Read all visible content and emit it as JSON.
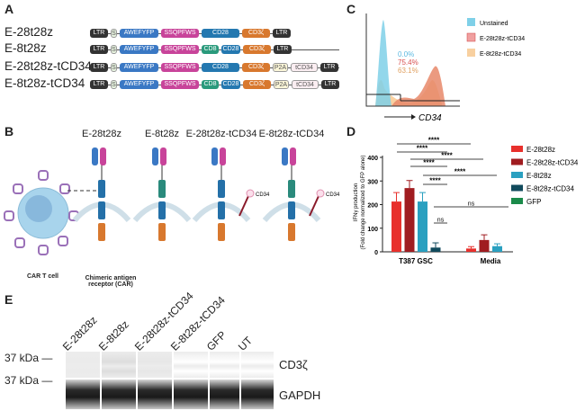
{
  "panels": {
    "a": "A",
    "b": "B",
    "c": "C",
    "d": "D",
    "e": "E"
  },
  "panel_a": {
    "constructs": [
      {
        "name": "E-28t28z",
        "segments": [
          "LTR",
          "S",
          "AWEFYFP",
          "SSQPFWS",
          "CD28",
          "CD3ζ",
          "LTR"
        ]
      },
      {
        "name": "E-8t28z",
        "segments": [
          "LTR",
          "S",
          "AWEFYFP",
          "SSQPFWS",
          "CD8",
          "CD28",
          "CD3ζ",
          "LTR"
        ]
      },
      {
        "name": "E-28t28z-tCD34",
        "segments": [
          "LTR",
          "S",
          "AWEFYFP",
          "SSQPFWS",
          "CD28",
          "CD3ζ",
          "P2A",
          "tCD34",
          "LTR"
        ]
      },
      {
        "name": "E-8t28z-tCD34",
        "segments": [
          "LTR",
          "S",
          "AWEFYFP",
          "SSQPFWS",
          "CD8",
          "CD28",
          "CD3ζ",
          "P2A",
          "tCD34",
          "LTR"
        ]
      }
    ],
    "segment_colors": {
      "LTR": "#333333",
      "S": "#e8f4e0",
      "AWEFYFP": "#3a78c4",
      "SSQPFWS": "#c8449a",
      "CD8": "#2a9a7c",
      "CD28": "#2478b0",
      "CD3ζ": "#d8782e",
      "P2A": "#fbf6d8",
      "tCD34": "#fbeef2"
    }
  },
  "panel_b": {
    "titles": [
      "E-28t28z",
      "E-8t28z",
      "E-28t28z-tCD34",
      "E-8t28z-tCD34"
    ],
    "cell_label": "CAR T cell",
    "car_label": "Chimeric antigen receptor (CAR)",
    "cd34_label": "CD34"
  },
  "chart_data": [
    {
      "type": "area",
      "panel": "C",
      "xlabel": "CD34",
      "legend": [
        {
          "name": "Unstained",
          "color": "#7fd0e8"
        },
        {
          "name": "E-28t28z-tCD34",
          "color": "#e87a7a"
        },
        {
          "name": "E-8t28z-tCD34",
          "color": "#f8c890"
        }
      ],
      "annotations": [
        {
          "text": "0.0%",
          "color": "#5ab8e0"
        },
        {
          "text": "75.4%",
          "color": "#d85050"
        },
        {
          "text": "63.1%",
          "color": "#e0a060"
        }
      ],
      "legend_position": "right"
    },
    {
      "type": "bar",
      "panel": "D",
      "ylabel": "IFNγ production",
      "ylabel2": "(Fold change normalized to GFP alone)",
      "ylim": [
        0,
        400
      ],
      "yticks": [
        0,
        100,
        200,
        300,
        400
      ],
      "categories": [
        "T387 GSC",
        "Media"
      ],
      "series": [
        {
          "name": "E-28t28z",
          "color": "#e8302c",
          "values": [
            213,
            14
          ],
          "errors": [
            38,
            8
          ]
        },
        {
          "name": "E-28t28z-tCD34",
          "color": "#a01c20",
          "values": [
            270,
            50
          ],
          "errors": [
            32,
            22
          ]
        },
        {
          "name": "E-8t28z",
          "color": "#2aa0c0",
          "values": [
            213,
            24
          ],
          "errors": [
            38,
            10
          ]
        },
        {
          "name": "E-8t28z-tCD34",
          "color": "#114a5c",
          "values": [
            18,
            null
          ],
          "errors": [
            20,
            null
          ]
        },
        {
          "name": "GFP",
          "color": "#1a8a4a",
          "values": [
            null,
            null
          ],
          "errors": [
            null,
            null
          ]
        }
      ],
      "significance": [
        "****",
        "****",
        "****",
        "****",
        "****",
        "****",
        "ns",
        "ns"
      ],
      "legend_position": "right"
    }
  ],
  "panel_e": {
    "lanes": [
      "E-28t28z",
      "E-8t28z",
      "E-28t28z-tCD34",
      "E-8t28z-tCD34",
      "GFP",
      "UT"
    ],
    "markers": [
      "37 kDa —",
      "37 kDa —"
    ],
    "bands": [
      "CD3ζ",
      "GAPDH"
    ],
    "cd3z_intensity": [
      0.15,
      0.25,
      0.18,
      0,
      0,
      0
    ]
  }
}
